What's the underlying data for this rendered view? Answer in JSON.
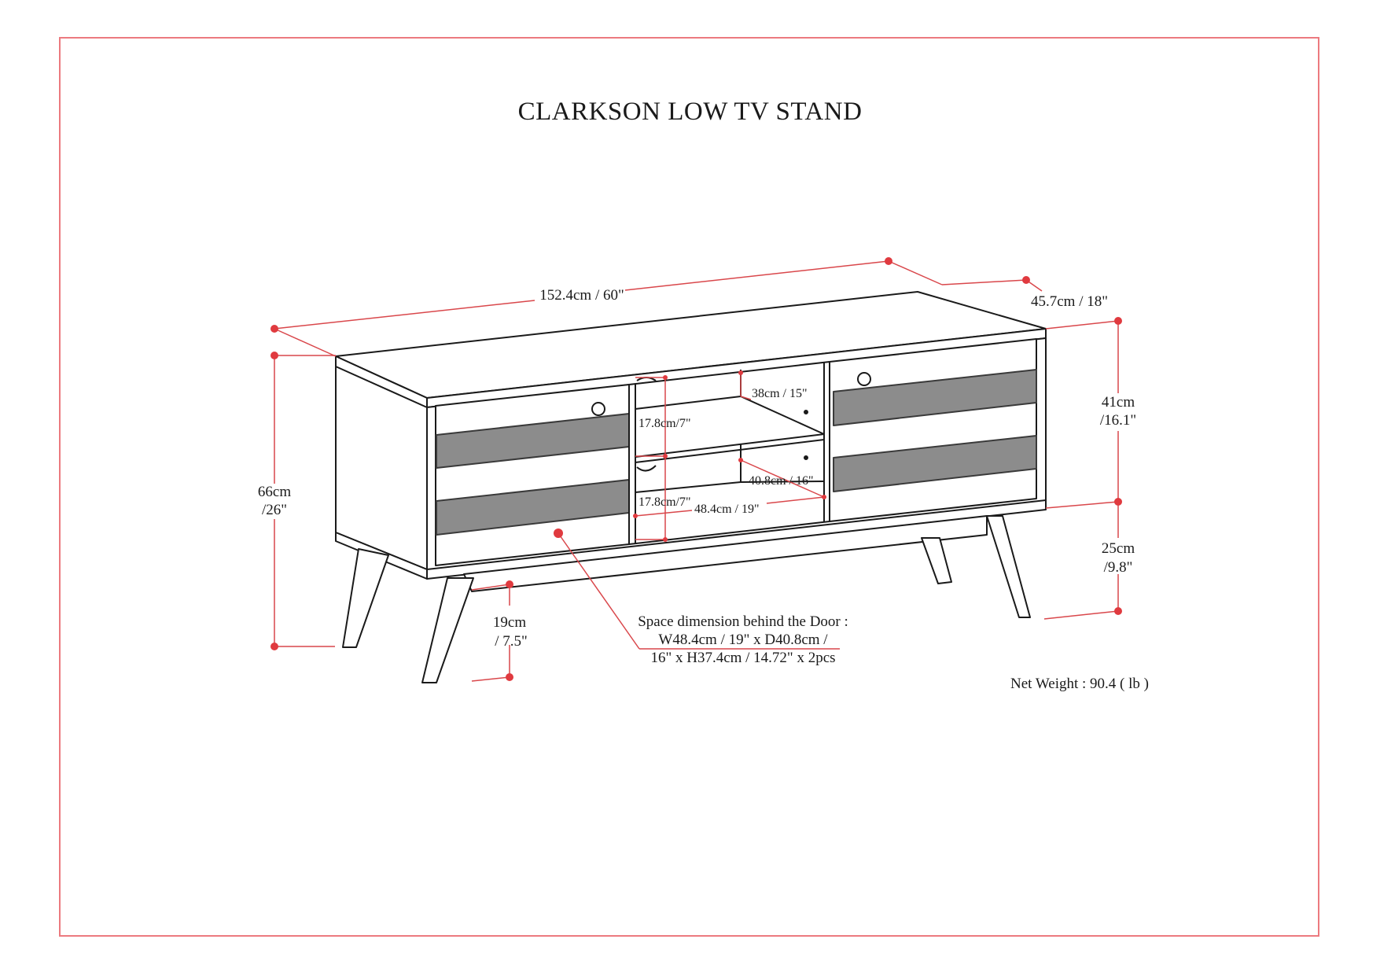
{
  "title": "CLARKSON LOW TV STAND",
  "colors": {
    "frame": "#ec7a7f",
    "dimension": "#d9474b",
    "line": "#1a1a1a",
    "panel": "#8c8c8c"
  },
  "dimensions": {
    "width": "152.4cm / 60\"",
    "depth": "45.7cm / 18\"",
    "total_height_cm": "66cm",
    "total_height_in": "/26\"",
    "body_height_cm": "41cm",
    "body_height_in": "/16.1\"",
    "leg_height_cm": "25cm",
    "leg_height_in": "/9.8\"",
    "clearance_cm": "19cm",
    "clearance_in": "/ 7.5\"",
    "shelf_upper": "17.8cm/7\"",
    "shelf_lower": "17.8cm/7\"",
    "opening_height": "38cm / 15\"",
    "opening_depth": "40.8cm / 16\"",
    "opening_width": "48.4cm / 19\""
  },
  "note": {
    "line1": "Space dimension behind the Door :",
    "line2": "W48.4cm / 19\" x D40.8cm /",
    "line3": "16\" x H37.4cm / 14.72\" x 2pcs"
  },
  "net_weight": "Net Weight : 90.4 ( lb )"
}
